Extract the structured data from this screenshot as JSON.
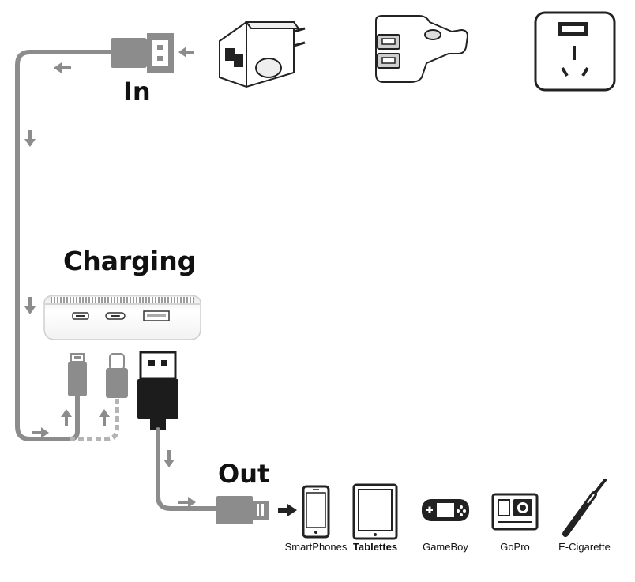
{
  "labels": {
    "in": "In",
    "charging": "Charging",
    "out": "Out"
  },
  "devices": [
    {
      "id": "smartphones",
      "label": "SmartPhones",
      "icon": "smartphone-icon"
    },
    {
      "id": "tablettes",
      "label": "Tablettes",
      "icon": "tablet-icon"
    },
    {
      "id": "gameboy",
      "label": "GameBoy",
      "icon": "gameboy-icon"
    },
    {
      "id": "gopro",
      "label": "GoPro",
      "icon": "gopro-icon"
    },
    {
      "id": "ecigarette",
      "label": "E-Cigarette",
      "icon": "ecigarette-icon"
    }
  ],
  "power_sources": [
    {
      "id": "wall-adapter",
      "icon": "wall-charger-icon"
    },
    {
      "id": "car-charger",
      "icon": "car-charger-icon"
    },
    {
      "id": "wall-socket",
      "icon": "wall-socket-icon"
    }
  ],
  "colors": {
    "cable_gray": "#8c8c8c",
    "cable_light": "#b4b4b4",
    "connector_dark": "#1c1c1c",
    "line": "#222222",
    "text": "#111111"
  }
}
